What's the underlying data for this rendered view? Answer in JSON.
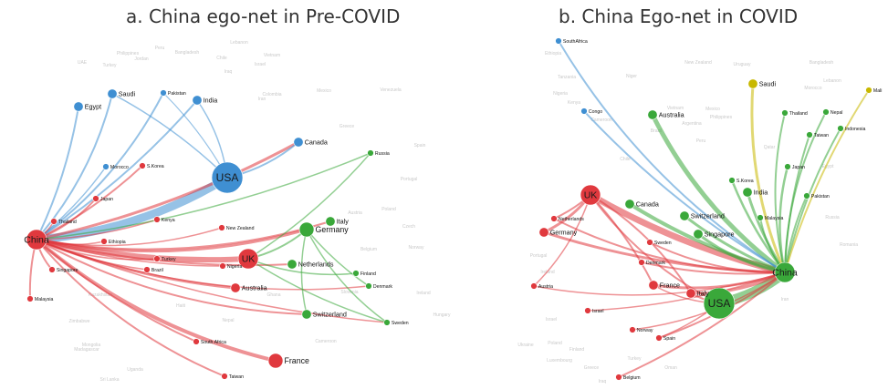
{
  "panel_a": {
    "title": "a. China ego-net in Pre-COVID",
    "nodes": [
      {
        "id": "china",
        "label": "China",
        "group": "red",
        "size": "lg"
      },
      {
        "id": "usa",
        "label": "USA",
        "group": "blue",
        "size": "xl"
      },
      {
        "id": "uk",
        "label": "UK",
        "group": "red",
        "size": "lg"
      },
      {
        "id": "france",
        "label": "France",
        "group": "red",
        "size": "md"
      },
      {
        "id": "australia",
        "label": "Australia",
        "group": "red",
        "size": "sm"
      },
      {
        "id": "germany",
        "label": "Germany",
        "group": "green",
        "size": "md"
      },
      {
        "id": "italy",
        "label": "Italy",
        "group": "green",
        "size": "sm"
      },
      {
        "id": "netherlands",
        "label": "Netherlands",
        "group": "green",
        "size": "sm"
      },
      {
        "id": "switzerland",
        "label": "Switzerland",
        "group": "green",
        "size": "sm"
      },
      {
        "id": "sweden",
        "label": "Sweden",
        "group": "green",
        "size": "xs"
      },
      {
        "id": "denmark",
        "label": "Denmark",
        "group": "green",
        "size": "xs"
      },
      {
        "id": "finland",
        "label": "Finland",
        "group": "green",
        "size": "xs"
      },
      {
        "id": "russia",
        "label": "Russia",
        "group": "green",
        "size": "xs"
      },
      {
        "id": "canada",
        "label": "Canada",
        "group": "blue",
        "size": "sm"
      },
      {
        "id": "saudi",
        "label": "Saudi",
        "group": "blue",
        "size": "sm"
      },
      {
        "id": "egypt",
        "label": "Egypt",
        "group": "blue",
        "size": "sm"
      },
      {
        "id": "pakistan",
        "label": "Pakistan",
        "group": "blue",
        "size": "xs"
      },
      {
        "id": "india",
        "label": "India",
        "group": "blue",
        "size": "sm"
      },
      {
        "id": "morocco",
        "label": "Morocco",
        "group": "blue",
        "size": "xs"
      },
      {
        "id": "japan",
        "label": "Japan",
        "group": "red",
        "size": "xs"
      },
      {
        "id": "skorea",
        "label": "S.Korea",
        "group": "red",
        "size": "xs"
      },
      {
        "id": "thailand",
        "label": "Thailand",
        "group": "red",
        "size": "xs"
      },
      {
        "id": "ethiopia",
        "label": "Ethiopia",
        "group": "red",
        "size": "xs"
      },
      {
        "id": "singapore",
        "label": "Singapore",
        "group": "red",
        "size": "xs"
      },
      {
        "id": "malaysia",
        "label": "Malaysia",
        "group": "red",
        "size": "xs"
      },
      {
        "id": "kenya",
        "label": "Kenya",
        "group": "red",
        "size": "xs"
      },
      {
        "id": "newzealand",
        "label": "New Zealand",
        "group": "red",
        "size": "xs"
      },
      {
        "id": "turkey",
        "label": "Turkey",
        "group": "red",
        "size": "xs"
      },
      {
        "id": "brazil",
        "label": "Brazil",
        "group": "red",
        "size": "xs"
      },
      {
        "id": "nigeria",
        "label": "Nigeria",
        "group": "red",
        "size": "xs"
      },
      {
        "id": "southafrica",
        "label": "South Africa",
        "group": "red",
        "size": "xs"
      },
      {
        "id": "taiwan",
        "label": "Taiwan",
        "group": "red",
        "size": "xs"
      }
    ],
    "faint_labels": [
      "UAE",
      "Turkey",
      "Jordan",
      "Bangladesh",
      "Lebanon",
      "Iraq",
      "Israel",
      "Colombia",
      "Mexico",
      "Venezuela",
      "Greece",
      "Spain",
      "Portugal",
      "Poland",
      "Austria",
      "Czech",
      "Belgium",
      "Norway",
      "Ireland",
      "Slovenia",
      "Hungary",
      "Cameroon",
      "Kazakhstan",
      "Zimbabwe",
      "Mongolia",
      "Madagascar",
      "Nepal",
      "Uganda",
      "Sri Lanka",
      "Ghana",
      "Haiti",
      "Iran",
      "Chile",
      "Peru",
      "Philippines",
      "Vietnam"
    ],
    "edges": [
      [
        "china",
        "usa",
        9,
        "blue"
      ],
      [
        "china",
        "uk",
        6,
        "red"
      ],
      [
        "china",
        "france",
        4,
        "red"
      ],
      [
        "china",
        "australia",
        3,
        "red"
      ],
      [
        "china",
        "germany",
        3,
        "red"
      ],
      [
        "china",
        "canada",
        3,
        "red"
      ],
      [
        "china",
        "saudi",
        2,
        "blue"
      ],
      [
        "china",
        "egypt",
        2,
        "blue"
      ],
      [
        "china",
        "pakistan",
        2,
        "blue"
      ],
      [
        "china",
        "india",
        2,
        "blue"
      ],
      [
        "china",
        "japan",
        2,
        "red"
      ],
      [
        "china",
        "skorea",
        2,
        "red"
      ],
      [
        "china",
        "singapore",
        2,
        "red"
      ],
      [
        "china",
        "malaysia",
        2,
        "red"
      ],
      [
        "china",
        "italy",
        2,
        "red"
      ],
      [
        "china",
        "netherlands",
        2,
        "red"
      ],
      [
        "china",
        "switzerland",
        2,
        "red"
      ],
      [
        "china",
        "southafrica",
        2,
        "red"
      ],
      [
        "china",
        "taiwan",
        2,
        "red"
      ],
      [
        "china",
        "sweden",
        1.5,
        "red"
      ],
      [
        "china",
        "denmark",
        1.5,
        "red"
      ],
      [
        "china",
        "kenya",
        1.5,
        "red"
      ],
      [
        "china",
        "newzealand",
        1.5,
        "red"
      ],
      [
        "china",
        "brazil",
        1.5,
        "red"
      ],
      [
        "china",
        "turkey",
        1.5,
        "red"
      ],
      [
        "china",
        "morocco",
        1.5,
        "blue"
      ],
      [
        "china",
        "ethiopia",
        1.5,
        "red"
      ],
      [
        "china",
        "nigeria",
        1.5,
        "red"
      ],
      [
        "china",
        "thailand",
        1.5,
        "red"
      ],
      [
        "china",
        "russia",
        1.5,
        "green"
      ],
      [
        "uk",
        "germany",
        2,
        "green"
      ],
      [
        "uk",
        "sweden",
        1.5,
        "green"
      ],
      [
        "uk",
        "finland",
        1.5,
        "green"
      ],
      [
        "uk",
        "russia",
        1.5,
        "green"
      ],
      [
        "usa",
        "canada",
        2,
        "blue"
      ],
      [
        "usa",
        "saudi",
        1.5,
        "blue"
      ],
      [
        "usa",
        "india",
        1.5,
        "blue"
      ],
      [
        "usa",
        "pakistan",
        1.2,
        "blue"
      ],
      [
        "germany",
        "sweden",
        1.5,
        "green"
      ],
      [
        "germany",
        "denmark",
        1.5,
        "green"
      ],
      [
        "germany",
        "switzerland",
        1.5,
        "green"
      ]
    ]
  },
  "panel_b": {
    "title": "b. China Ego-net in COVID",
    "nodes": [
      {
        "id": "china",
        "label": "China",
        "group": "green",
        "size": "lg"
      },
      {
        "id": "usa",
        "label": "USA",
        "group": "green",
        "size": "xl"
      },
      {
        "id": "uk",
        "label": "UK",
        "group": "red",
        "size": "lg"
      },
      {
        "id": "italy",
        "label": "Italy",
        "group": "red",
        "size": "sm"
      },
      {
        "id": "france",
        "label": "France",
        "group": "red",
        "size": "sm"
      },
      {
        "id": "germany",
        "label": "Germany",
        "group": "red",
        "size": "sm"
      },
      {
        "id": "netherlands",
        "label": "Netherlands",
        "group": "red",
        "size": "xs"
      },
      {
        "id": "spain",
        "label": "Spain",
        "group": "red",
        "size": "xs"
      },
      {
        "id": "switzerland",
        "label": "Switzerland",
        "group": "green",
        "size": "sm"
      },
      {
        "id": "canada",
        "label": "Canada",
        "group": "green",
        "size": "sm"
      },
      {
        "id": "australia",
        "label": "Australia",
        "group": "green",
        "size": "sm"
      },
      {
        "id": "singapore",
        "label": "Singapore",
        "group": "green",
        "size": "sm"
      },
      {
        "id": "india",
        "label": "India",
        "group": "green",
        "size": "sm"
      },
      {
        "id": "japan",
        "label": "Japan",
        "group": "green",
        "size": "xs"
      },
      {
        "id": "skorea",
        "label": "S.Korea",
        "group": "green",
        "size": "xs"
      },
      {
        "id": "malaysia",
        "label": "Malaysia",
        "group": "green",
        "size": "xs"
      },
      {
        "id": "pakistan",
        "label": "Pakistan",
        "group": "green",
        "size": "xs"
      },
      {
        "id": "thailand",
        "label": "Thailand",
        "group": "green",
        "size": "xs"
      },
      {
        "id": "taiwan",
        "label": "Taiwan",
        "group": "green",
        "size": "xs"
      },
      {
        "id": "nepal",
        "label": "Nepal",
        "group": "green",
        "size": "xs"
      },
      {
        "id": "indonesia",
        "label": "Indonesia",
        "group": "green",
        "size": "xs"
      },
      {
        "id": "saudi",
        "label": "Saudi",
        "group": "yellow",
        "size": "sm"
      },
      {
        "id": "mali",
        "label": "Mali",
        "group": "yellow",
        "size": "xs"
      },
      {
        "id": "southafrica",
        "label": "SouthAfrica",
        "group": "blue",
        "size": "xs"
      },
      {
        "id": "congo",
        "label": "Congo",
        "group": "blue",
        "size": "xs"
      },
      {
        "id": "sweden",
        "label": "Sweden",
        "group": "red",
        "size": "xs"
      },
      {
        "id": "denmark",
        "label": "Denmark",
        "group": "red",
        "size": "xs"
      },
      {
        "id": "austria",
        "label": "Austria",
        "group": "red",
        "size": "xs"
      },
      {
        "id": "israel",
        "label": "Israel",
        "group": "red",
        "size": "xs"
      },
      {
        "id": "norway",
        "label": "Norway",
        "group": "red",
        "size": "xs"
      },
      {
        "id": "belgium",
        "label": "Belgium",
        "group": "red",
        "size": "xs"
      }
    ],
    "faint_labels": [
      "Ethiopia",
      "Tanzania",
      "Nigeria",
      "Kenya",
      "Niger",
      "Cameroon",
      "Chile",
      "Argentina",
      "Mexico",
      "Peru",
      "Brazil",
      "New Zealand",
      "Uruguay",
      "Bangladesh",
      "Morocco",
      "Lebanon",
      "Qatar",
      "Egypt",
      "Iran",
      "Israel",
      "Poland",
      "Finland",
      "Luxembourg",
      "Greece",
      "Portugal",
      "Ireland",
      "Ukraine",
      "Iraq",
      "Turkey",
      "Oman",
      "Vietnam",
      "Philippines",
      "Russia",
      "Romania"
    ],
    "edges": [
      [
        "china",
        "usa",
        11,
        "green"
      ],
      [
        "china",
        "uk",
        7,
        "red"
      ],
      [
        "china",
        "australia",
        5,
        "green"
      ],
      [
        "china",
        "canada",
        4,
        "green"
      ],
      [
        "china",
        "italy",
        3,
        "red"
      ],
      [
        "china",
        "germany",
        3,
        "red"
      ],
      [
        "china",
        "france",
        3,
        "red"
      ],
      [
        "china",
        "switzerland",
        3,
        "green"
      ],
      [
        "china",
        "singapore",
        3,
        "green"
      ],
      [
        "china",
        "india",
        3,
        "green"
      ],
      [
        "china",
        "japan",
        2.5,
        "green"
      ],
      [
        "china",
        "skorea",
        2.5,
        "green"
      ],
      [
        "china",
        "malaysia",
        2,
        "green"
      ],
      [
        "china",
        "pakistan",
        2,
        "green"
      ],
      [
        "china",
        "thailand",
        2,
        "green"
      ],
      [
        "china",
        "taiwan",
        2,
        "green"
      ],
      [
        "china",
        "nepal",
        2,
        "green"
      ],
      [
        "china",
        "indonesia",
        2,
        "green"
      ],
      [
        "china",
        "saudi",
        3,
        "yellow"
      ],
      [
        "china",
        "mali",
        2,
        "yellow"
      ],
      [
        "china",
        "southafrica",
        2,
        "blue"
      ],
      [
        "china",
        "congo",
        2,
        "blue"
      ],
      [
        "china",
        "netherlands",
        2,
        "red"
      ],
      [
        "china",
        "spain",
        2,
        "red"
      ],
      [
        "china",
        "sweden",
        2,
        "red"
      ],
      [
        "china",
        "denmark",
        2,
        "red"
      ],
      [
        "china",
        "austria",
        1.5,
        "red"
      ],
      [
        "china",
        "israel",
        1.5,
        "red"
      ],
      [
        "china",
        "norway",
        1.5,
        "red"
      ],
      [
        "china",
        "belgium",
        2,
        "red"
      ],
      [
        "uk",
        "germany",
        3,
        "red"
      ],
      [
        "uk",
        "netherlands",
        2,
        "red"
      ],
      [
        "uk",
        "italy",
        2,
        "red"
      ],
      [
        "uk",
        "france",
        2,
        "red"
      ],
      [
        "uk",
        "austria",
        1.5,
        "red"
      ],
      [
        "usa",
        "italy",
        2,
        "red"
      ],
      [
        "usa",
        "france",
        1.5,
        "red"
      ],
      [
        "usa",
        "spain",
        1.5,
        "red"
      ],
      [
        "usa",
        "uk",
        2,
        "red"
      ]
    ]
  },
  "colors": {
    "red": "#e0393e",
    "blue": "#3f8fd2",
    "green": "#3aa83a",
    "yellow": "#c8b800",
    "faint": "#c9c9c9"
  }
}
